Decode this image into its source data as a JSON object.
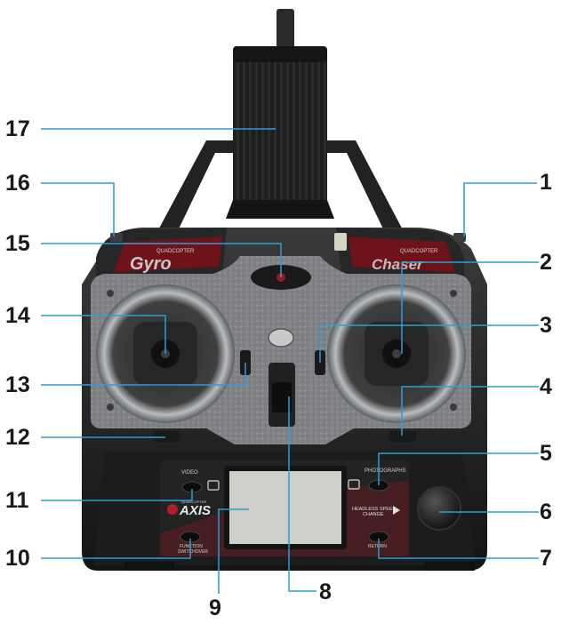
{
  "callouts": {
    "n1": "1",
    "n2": "2",
    "n3": "3",
    "n4": "4",
    "n5": "5",
    "n6": "6",
    "n7": "7",
    "n8": "8",
    "n9": "9",
    "n10": "10",
    "n11": "11",
    "n12": "12",
    "n13": "13",
    "n14": "14",
    "n15": "15",
    "n16": "16",
    "n17": "17"
  },
  "device": {
    "left_brand": "Gyro",
    "right_brand": "Chaser",
    "left_brand_sub": "QUADCOPTER",
    "right_brand_sub": "QUADCOPTER",
    "video_label": "VIDEO",
    "photo_label": "PHOTOGRAPHS",
    "headless_label": "HEADLESS SPEED",
    "headless_label2": "CHANGE",
    "return_label": "RETURN",
    "fn_label": "FUNCTION",
    "fn_label2": "SWITCHOVER",
    "logo_text": "AXIS",
    "logo_sub": "QUADCOPTER"
  },
  "colors": {
    "leader_line": "#2a9fd6",
    "body_dark": "#1c1c1c",
    "faceplate": "#8a8c90",
    "accent_red": "#b0202a",
    "screen": "#cfcfca"
  }
}
